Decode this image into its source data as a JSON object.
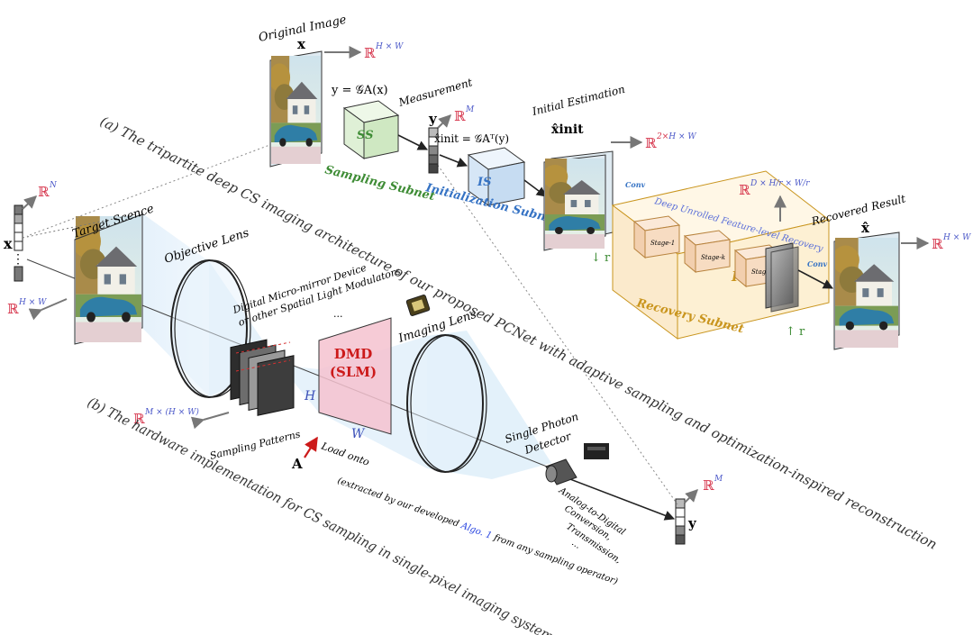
{
  "captions": {
    "top": "(a) The tripartite deep CS imaging architecture of our proposed PCNet with adaptive sampling and optimization-inspired reconstruction",
    "bottom": "(b) The hardware implementation for CS sampling in single-pixel imaging systems"
  },
  "network": {
    "original_image": "Original Image",
    "x_symbol": "x",
    "rhw": "ℝ",
    "hw_sup": "H × W",
    "measurement": "Measurement",
    "y_symbol": "y",
    "rm_sup": "M",
    "sampling_eq": "y = 𝒢A(x)",
    "ss_label": "SS",
    "sampling_subnet": "Sampling Subnet",
    "initial_estimation": "Initial Estimation",
    "xinit_symbol": "x̂init",
    "init_eq": "x̂init = 𝒢Aᵀ(y)",
    "r2hw_sup_prefix": "2×",
    "r2hw_sup_rest": "H × W",
    "is_label": "IS",
    "initialization_subnet": "Initialization Subnet",
    "feature_dim": "D × H/r × W/r",
    "conv": "Conv",
    "deep_unrolled": "Deep Unrolled Feature-level Recovery",
    "stages": [
      "Stage-1",
      "Stage-k",
      "Stage-K"
    ],
    "rs_label": "RS",
    "recovery_subnet": "Recovery Subnet",
    "down_r": "↓ r",
    "up_r": "↑ r",
    "recovered_result": "Recovered Result",
    "xhat_symbol": "x̂"
  },
  "hardware": {
    "x_symbol": "x",
    "rn_sup": "N",
    "dots": "⋮",
    "target_scene": "Target Scence",
    "rhw_sup": "H × W",
    "objective_lens": "Objective Lens",
    "dmd_device_line1": "Digital Micro-mirror Device",
    "dmd_device_line2": "or other Spatial Light Modulators",
    "ellipsis": "...",
    "dmd_line1": "DMD",
    "dmd_line2": "(SLM)",
    "h_label": "H",
    "w_label": "W",
    "imaging_lens": "Imaging Lens",
    "spd_line1": "Single Photon",
    "spd_line2": "Detector",
    "rmhw_sup": "M × (H × W)",
    "sampling_patterns": "Sampling Patterns",
    "a_symbol": "A",
    "load_onto": "Load onto",
    "extracted_prefix": "(extracted by our developed",
    "algo": "Algo. 1",
    "extracted_suffix": "from any sampling operator)",
    "adc_line1": "Analog-to-Digital",
    "adc_line2": "Conversion,",
    "adc_line3": "Transmission,",
    "adc_line4": "...",
    "y_symbol": "y",
    "rm_sup": "M"
  },
  "colors": {
    "real_r": "#d6344b",
    "dim_blue": "#4a57c8",
    "green": "#3e8c35",
    "blue": "#3673c4",
    "gold": "#c9951e",
    "dmd_red": "#cc1a1a",
    "algo_blue": "#2a46e0",
    "ss_fill": "#dff0d6",
    "is_fill": "#d6e6f6",
    "rs_fill": "#fcf1d8",
    "stage_fill": "#f7dcc2",
    "lens_light": "#d3e8f8",
    "dmd_fill": "#f4c2cf",
    "dark": "#333333"
  },
  "icons": {
    "scene_image": "house-car-photo-icon",
    "detector": "photodetector-icon",
    "chip": "dmd-chip-icon",
    "camera": "adc-box-icon"
  }
}
